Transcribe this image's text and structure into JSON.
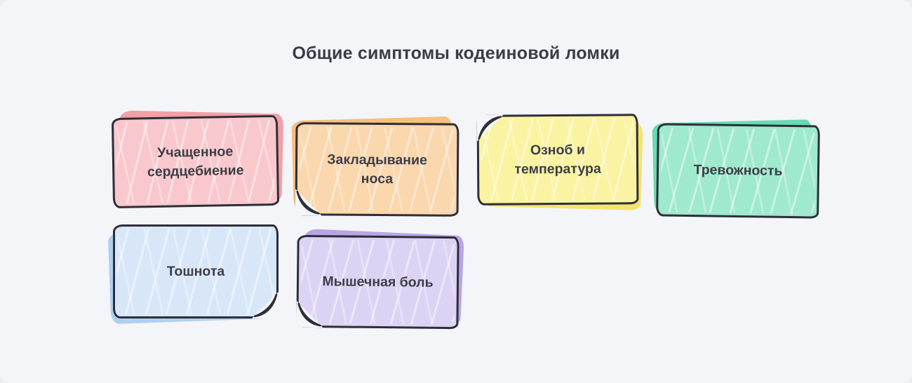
{
  "page": {
    "background": "#f4f5f9",
    "ink": "#2d2e38",
    "title": "Общие симптомы кодеиновой ломки"
  },
  "cards": [
    {
      "id": "rapid-heartbeat",
      "label": "Учащенное сердцебиение",
      "fill": "#f8c8cc",
      "accent": "#f29aa0"
    },
    {
      "id": "nasal-congestion",
      "label": "Закладывание носа",
      "fill": "#fad7ad",
      "accent": "#f7bc77"
    },
    {
      "id": "chills-fever",
      "label": "Озноб и температура",
      "fill": "#faf3a2",
      "accent": "#f0e465"
    },
    {
      "id": "anxiety",
      "label": "Тревожность",
      "fill": "#9fe9cd",
      "accent": "#5fd9ae"
    },
    {
      "id": "nausea",
      "label": "Тошнота",
      "fill": "#d8e7f8",
      "accent": "#a9cdf0"
    },
    {
      "id": "muscle-pain",
      "label": "Мышечная боль",
      "fill": "#dcd3f4",
      "accent": "#b49fe6"
    }
  ]
}
